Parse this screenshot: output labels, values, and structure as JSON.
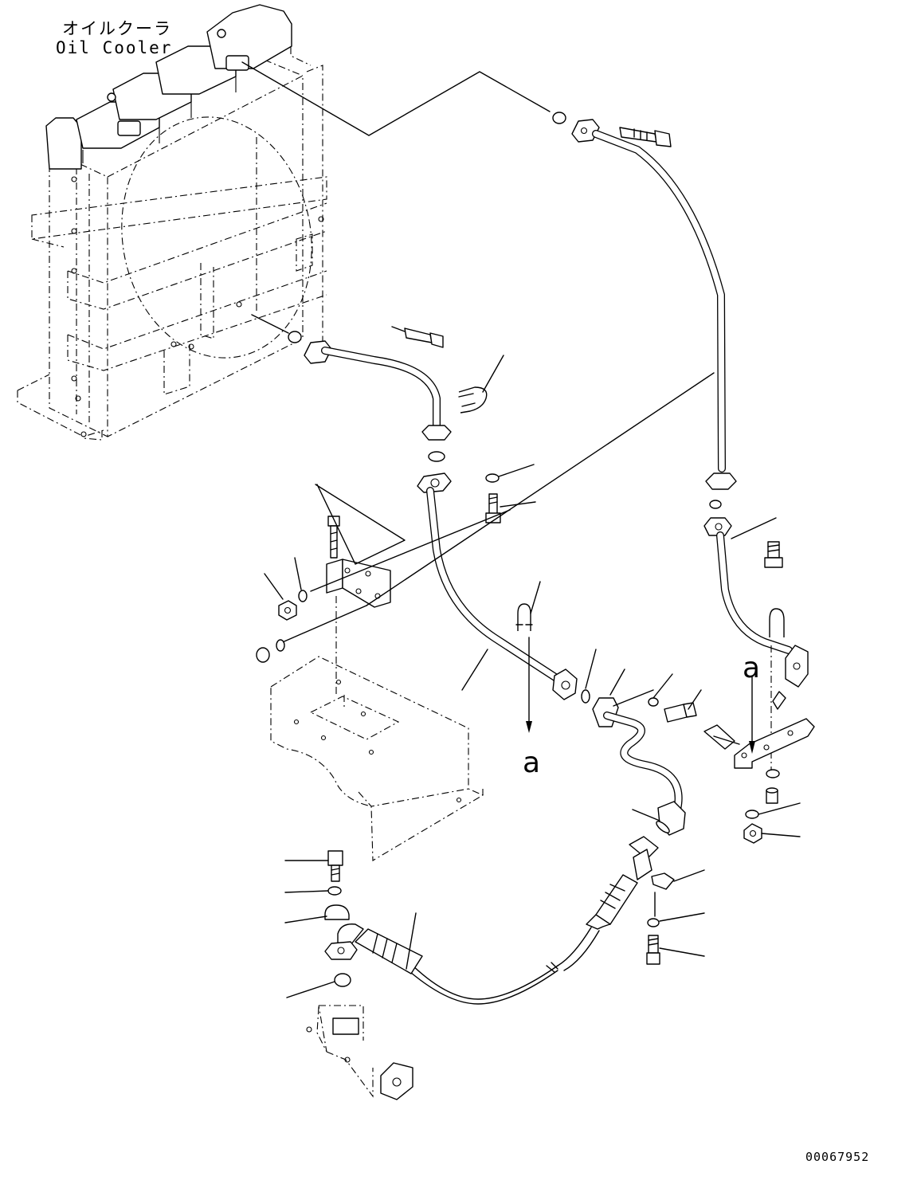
{
  "labels": {
    "oil_cooler_jp": "オイルクーラ",
    "oil_cooler_en": "Oil Cooler",
    "reference_mark": "a",
    "drawing_number": "00067952"
  }
}
